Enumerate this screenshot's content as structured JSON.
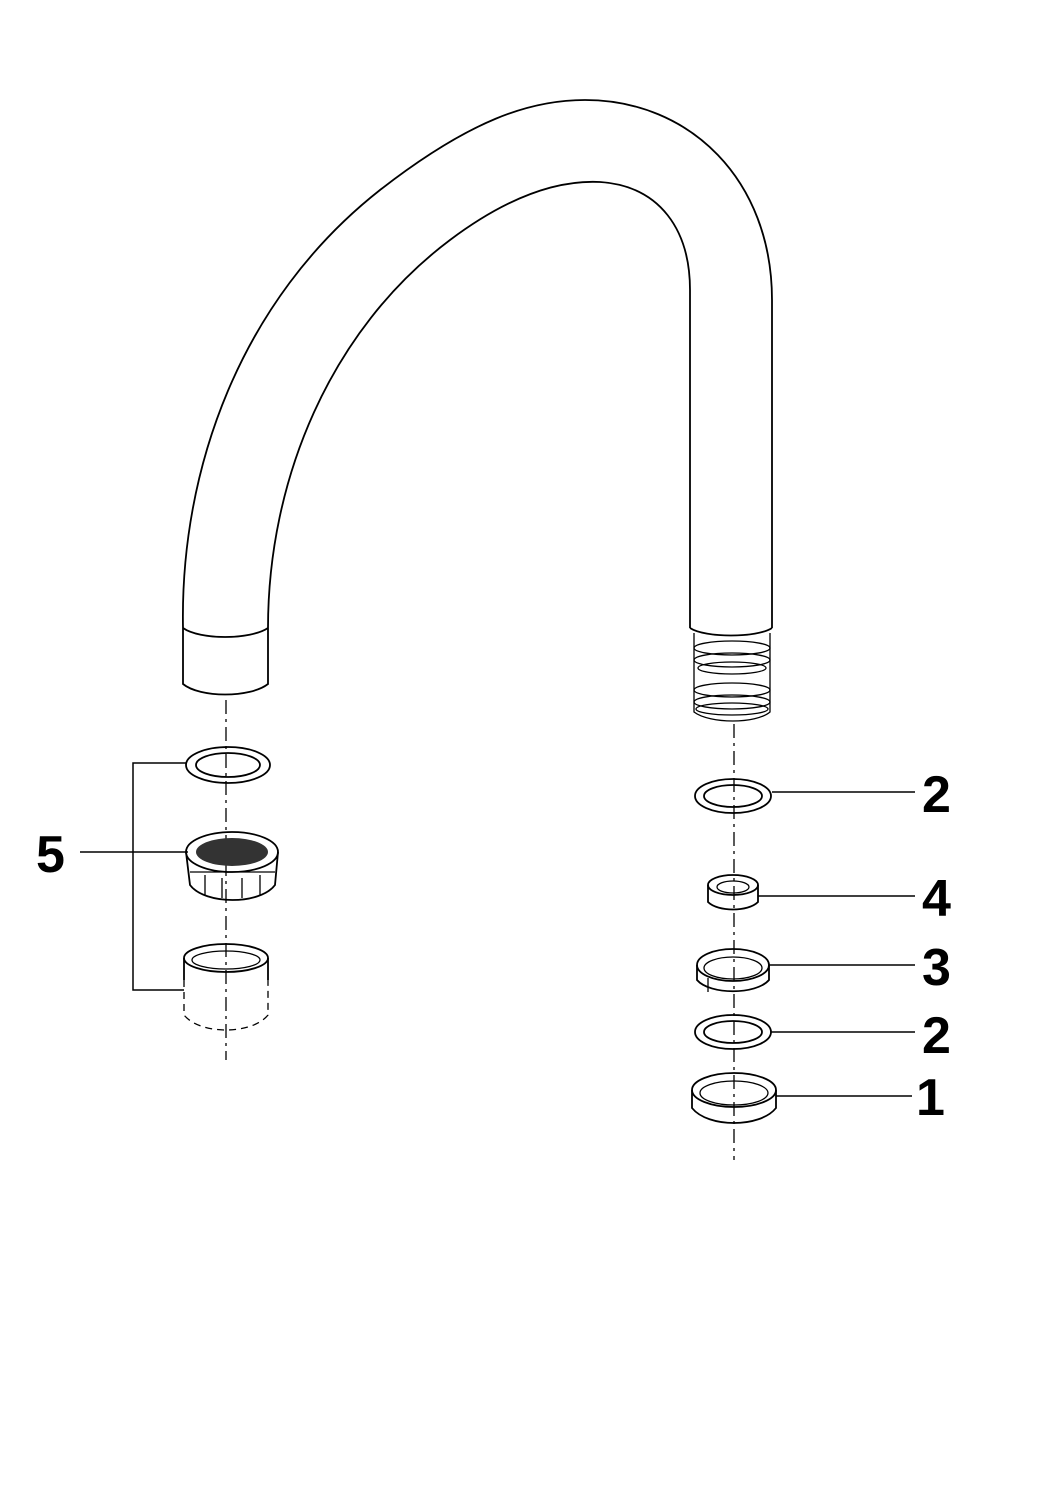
{
  "callouts": {
    "part_1": "1",
    "part_2_top": "2",
    "part_2_bottom": "2",
    "part_3": "3",
    "part_4": "4",
    "part_5": "5"
  }
}
